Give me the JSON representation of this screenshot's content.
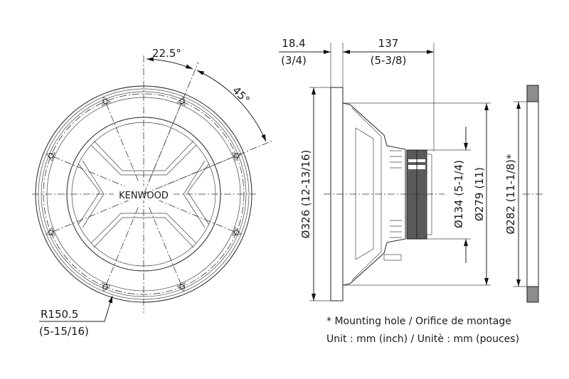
{
  "front_view": {
    "brand": "KENWOOD",
    "angle_small": "22.5°",
    "angle_large": "45°",
    "radius_mm": "R150.5",
    "radius_inch": "(5-15/16)"
  },
  "side_view": {
    "flange_depth_mm": "18.4",
    "flange_depth_inch": "(3/4)",
    "mount_depth_mm": "137",
    "mount_depth_inch": "(5-3/8)",
    "outer_diameter": "Ø326 (12-13/16)",
    "basket_diameter": "Ø279 (11)",
    "magnet_diameter": "Ø134 (5-1/4)",
    "cutout_diameter": "Ø282 (11-1/8)*"
  },
  "notes": {
    "mounting_hole": "* Mounting hole / Orifice de montage",
    "units": "Unit : mm (inch) / Unitè : mm (pouces)"
  },
  "colors": {
    "magnet": "#5a5a5a",
    "cutout": "#8c8c8c"
  }
}
